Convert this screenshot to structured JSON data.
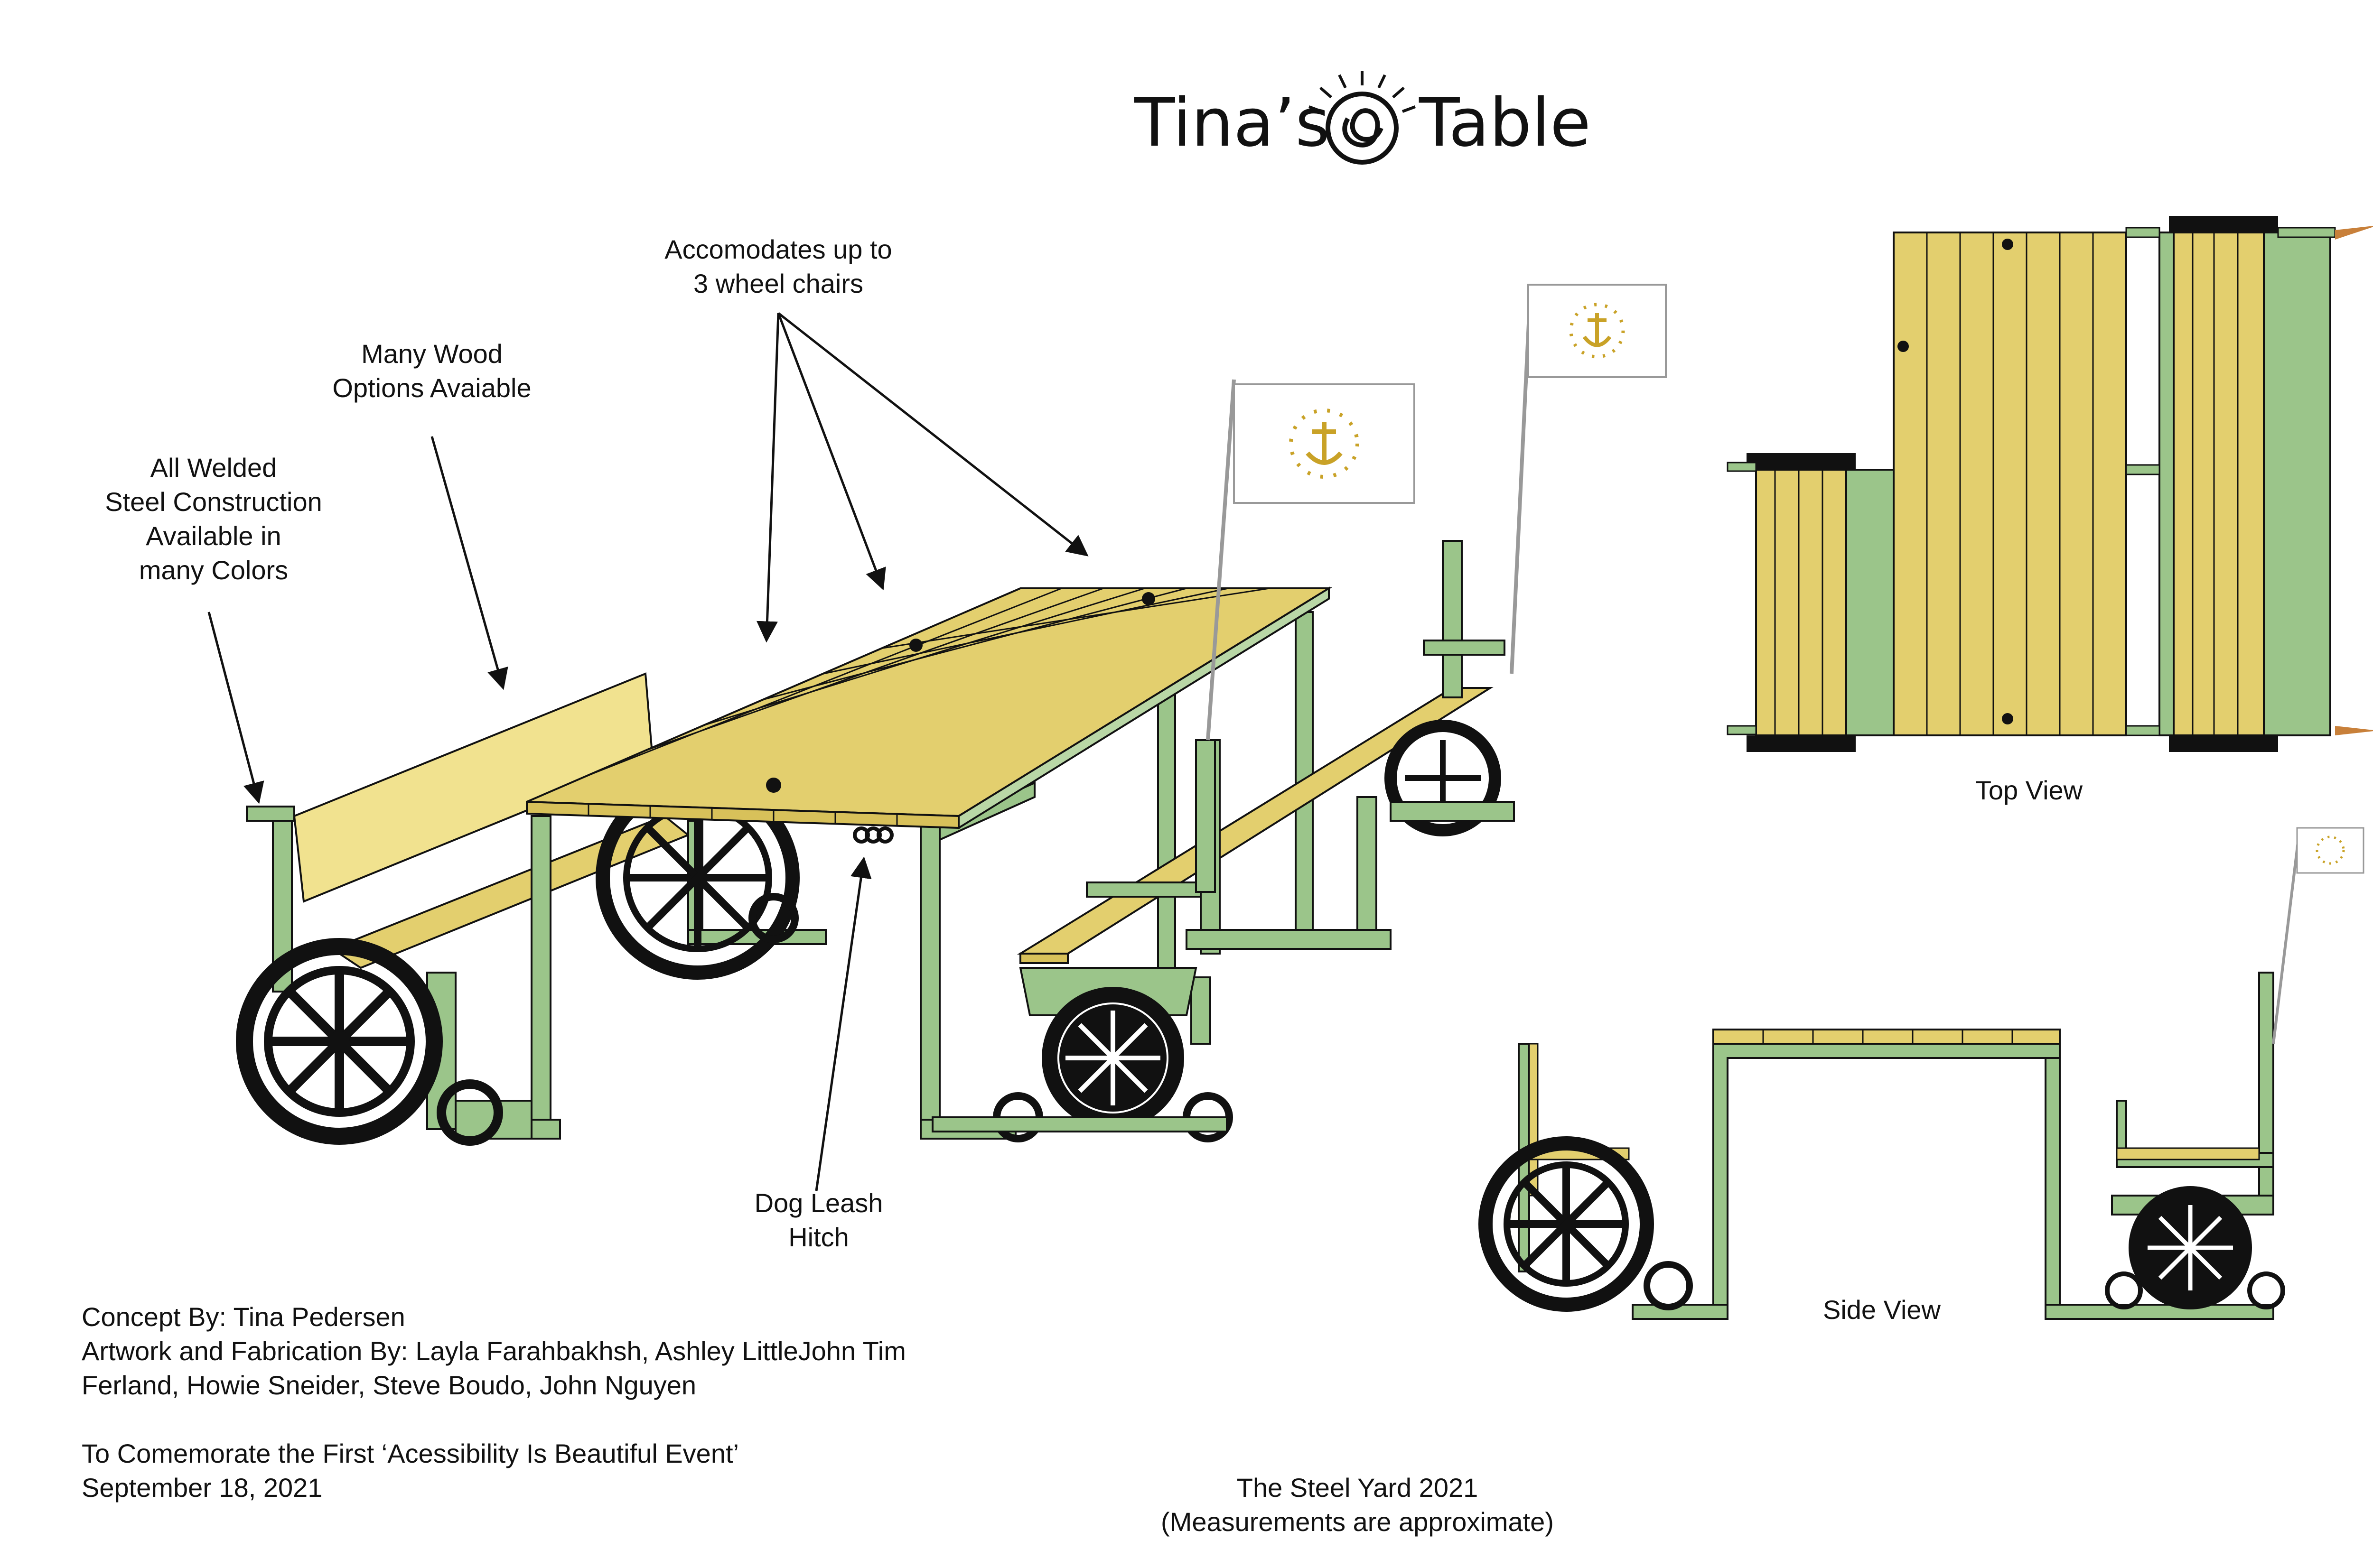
{
  "title": {
    "left": "Tina’s",
    "right": "Table",
    "logo_icon": "sun-knot-logo"
  },
  "callouts": {
    "wheelchairs": [
      "Accomodates up to",
      "3 wheel chairs"
    ],
    "wood": [
      "Many Wood",
      "Options Avaiable"
    ],
    "steel": [
      "All Welded",
      "Steel Construction",
      "Available in",
      "many  Colors"
    ],
    "leash": [
      "Dog Leash",
      "Hitch"
    ]
  },
  "views": {
    "top": "Top View",
    "side": "Side View"
  },
  "credits": {
    "concept": "Concept By:  Tina Pedersen",
    "artwork_1": "Artwork and Fabrication By: Layla Farahbakhsh, Ashley LittleJohn Tim",
    "artwork_2": "Ferland, Howie Sneider, Steve Boudo, John Nguyen",
    "event": "To Comemorate the First ‘Acessibility Is Beautiful Event’",
    "date": "September 18, 2021"
  },
  "footer": {
    "studio": "The Steel Yard 2021",
    "note": "(Measurements are approximate)"
  },
  "colors": {
    "steel": "#9bc58a",
    "steel_dark": "#6fa05f",
    "wood": "#e3cf6e",
    "wood_light": "#f1e28f",
    "wheel": "#111111",
    "flag_star": "#c9a227"
  }
}
